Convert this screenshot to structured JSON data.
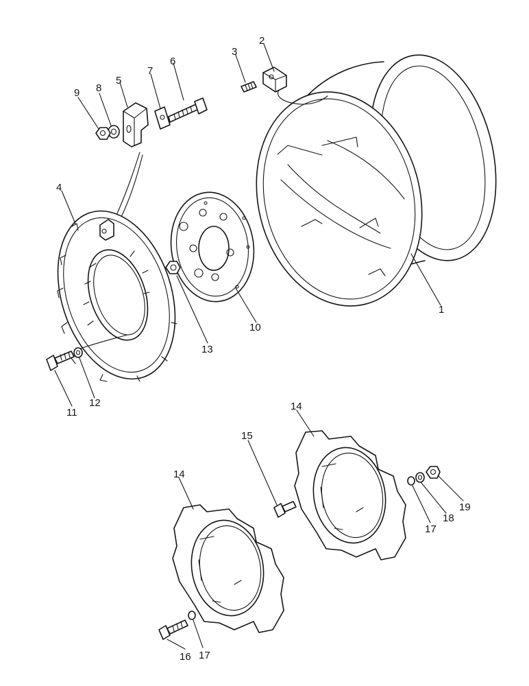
{
  "diagram": {
    "callouts": {
      "c1": "1",
      "c2": "2",
      "c3": "3",
      "c4": "4",
      "c5": "5",
      "c6": "6",
      "c7": "7",
      "c8": "8",
      "c9": "9",
      "c10": "10",
      "c11": "11",
      "c12": "12",
      "c13": "13",
      "c14a": "14",
      "c14b": "14",
      "c15": "15",
      "c16": "16",
      "c17a": "17",
      "c17b": "17",
      "c18": "18",
      "c19": "19"
    },
    "colors": {
      "ink": "#141414",
      "paper": "#ffffff"
    }
  }
}
